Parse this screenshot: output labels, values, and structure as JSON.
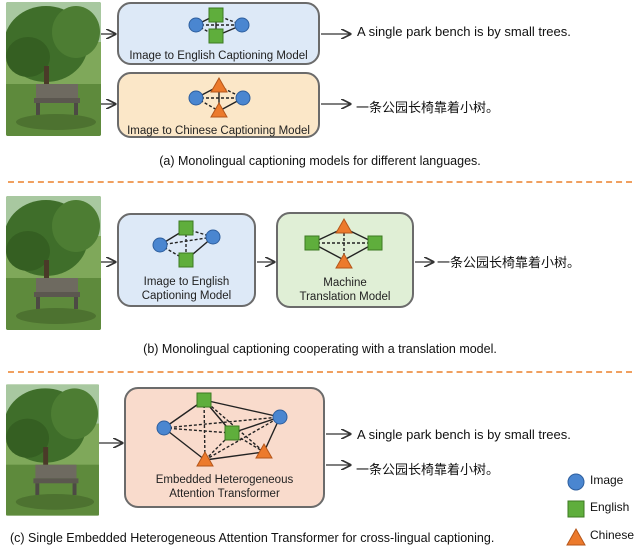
{
  "panel_a": {
    "model1_label": "Image to English Captioning Model",
    "model2_label": "Image to Chinese Captioning Model",
    "output1": "A single park bench is by small trees.",
    "output2": "一条公园长椅靠着小树。",
    "caption": "(a) Monolingual captioning models for different languages."
  },
  "panel_b": {
    "model1_label_line1": "Image to English",
    "model1_label_line2": "Captioning Model",
    "model2_label_line1": "Machine",
    "model2_label_line2": "Translation Model",
    "output": "一条公园长椅靠着小树。",
    "caption": "(b) Monolingual captioning cooperating with a translation model."
  },
  "panel_c": {
    "model_label_line1": "Embedded Heterogeneous",
    "model_label_line2": "Attention Transformer",
    "output1": "A single park bench is by small trees.",
    "output2": "一条公园长椅靠着小树。",
    "caption": "(c) Single Embedded Heterogeneous Attention Transformer for cross-lingual captioning."
  },
  "legend": {
    "image": "Image",
    "english": "English",
    "chinese": "Chinese"
  },
  "colors": {
    "image_node": "#4a86d0",
    "english_node": "#5fae3c",
    "chinese_node": "#ec7a2c",
    "separator": "#f0a060"
  }
}
